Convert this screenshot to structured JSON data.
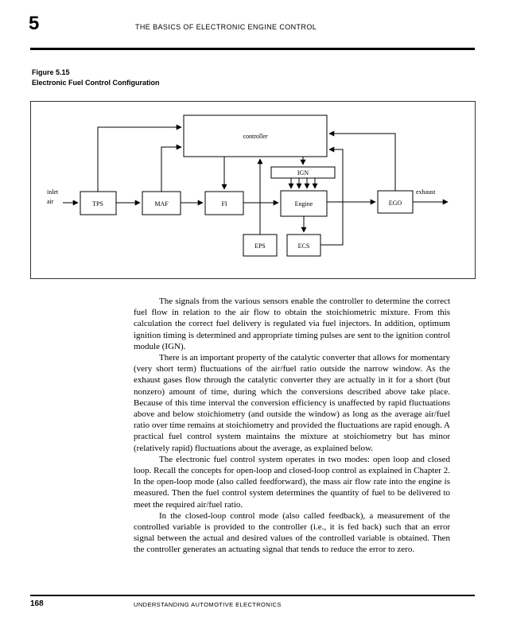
{
  "page": {
    "chapter_number": "5",
    "running_header": "THE BASICS OF ELECTRONIC ENGINE CONTROL",
    "page_number": "168",
    "footer_text": "UNDERSTANDING AUTOMOTIVE ELECTRONICS"
  },
  "figure": {
    "label": "Figure 5.15",
    "title": "Electronic Fuel Control Configuration",
    "diagram": {
      "boxes": {
        "controller": "controller",
        "ign": "IGN",
        "tps": "TPS",
        "maf": "MAF",
        "fi": "FI",
        "engine": "Engine",
        "ego": "EGO",
        "eps": "EPS",
        "ecs": "ECS"
      },
      "labels": {
        "inlet_line1": "inlet",
        "inlet_line2": "air",
        "exhaust": "exhaust"
      }
    }
  },
  "body": {
    "paragraphs": [
      "The signals from the various sensors enable the controller to determine the correct fuel flow in relation to the air flow to obtain the stoichiometric mixture. From this calculation the correct fuel delivery is regulated via fuel injectors. In addition, optimum ignition timing is determined and appropriate timing pulses are sent to the ignition control module (IGN).",
      "There is an important property of the catalytic converter that allows for momentary (very short term) fluctuations of the air/fuel ratio outside the narrow window. As the exhaust gases flow through the catalytic converter they are actually in it for a short (but nonzero) amount of time, during which the conversions described above take place. Because of this time interval the conversion efficiency is unaffected by rapid fluctuations above and below stoichiometry (and outside the window) as long as the average air/fuel ratio over time remains at stoichiometry and provided the fluctuations are rapid enough. A practical fuel control system maintains the mixture at stoichiometry but has minor (relatively rapid) fluctuations about the average, as explained below.",
      "The electronic fuel control system operates in two modes: open loop and closed loop. Recall the concepts for open-loop and closed-loop control as explained in Chapter 2. In the open-loop mode (also called feedforward), the mass air flow rate into the engine is measured. Then the fuel control system determines the quantity of fuel to be delivered to meet the required air/fuel ratio.",
      "In the closed-loop control mode (also called feedback), a measurement of the controlled variable is provided to the controller (i.e., it is fed back) such that an error signal between the actual and desired values of the controlled variable is obtained. Then the controller generates an actuating signal that tends to reduce the error to zero."
    ]
  }
}
